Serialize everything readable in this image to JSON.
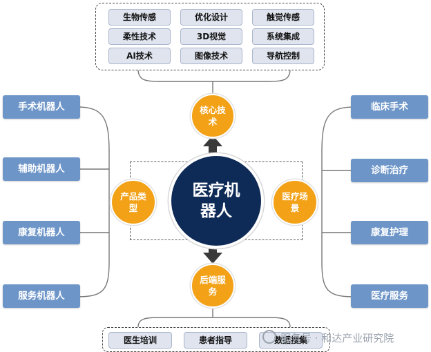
{
  "center": {
    "label": "医疗机器人"
  },
  "top": {
    "circle": "核心技术",
    "tags": [
      "生物传感",
      "优化设计",
      "触觉传感",
      "柔性技术",
      "3D视觉",
      "系统集成",
      "AI技术",
      "图像技术",
      "导航控制"
    ]
  },
  "bottom": {
    "circle": "后端服务",
    "tags": [
      "医生培训",
      "患者指导",
      "数据搜集"
    ]
  },
  "left": {
    "circle": "产品类型",
    "items": [
      "手术机器人",
      "辅助机器人",
      "康复机器人",
      "服务机器人"
    ]
  },
  "right": {
    "circle": "医疗场景",
    "items": [
      "临床手术",
      "诊断治疗",
      "康复护理",
      "医疗服务"
    ]
  },
  "watermark": {
    "text": "服务号 · 和达产业研究院"
  },
  "colors": {
    "navy": "#0e2a57",
    "orange": "#f3a218",
    "blue": "#6d95c8",
    "tag": "#dfe4ee",
    "arrow": "#3a3a3a"
  }
}
